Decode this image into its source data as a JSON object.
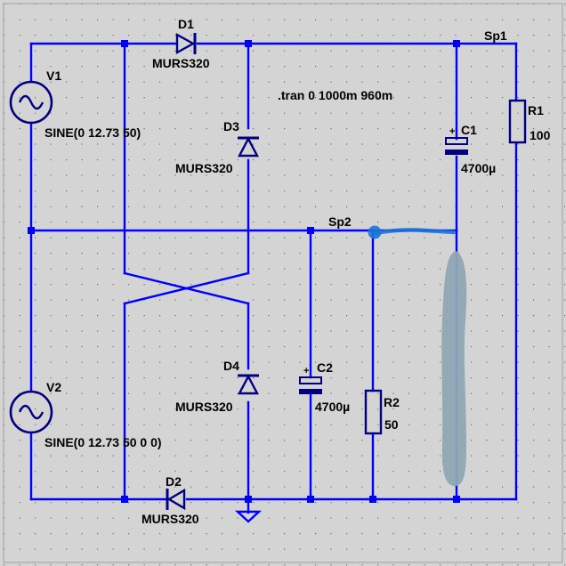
{
  "colors": {
    "background": "#d4d4d4",
    "grid_dot": "#6b6b6b",
    "wire": "#0000ff",
    "component": "#000080",
    "text": "#000000",
    "annotation_line": "#1e73d8",
    "annotation_smear": "#8fa6b4"
  },
  "directive": {
    "text": ".tran 0 1000m 960m"
  },
  "components": {
    "v1": {
      "name": "V1",
      "value": "SINE(0 12.73 50)"
    },
    "v2": {
      "name": "V2",
      "value": "SINE(0 12.73 50 0 0)"
    },
    "d1": {
      "name": "D1",
      "value": "MURS320"
    },
    "d2": {
      "name": "D2",
      "value": "MURS320"
    },
    "d3": {
      "name": "D3",
      "value": "MURS320"
    },
    "d4": {
      "name": "D4",
      "value": "MURS320"
    },
    "c1": {
      "name": "C1",
      "value": "4700µ"
    },
    "c2": {
      "name": "C2",
      "value": "4700µ"
    },
    "r1": {
      "name": "R1",
      "value": "100"
    },
    "r2": {
      "name": "R2",
      "value": "50"
    }
  },
  "net_labels": {
    "sp1": "Sp1",
    "sp2": "Sp2"
  },
  "icons": {
    "ground": "ground-icon",
    "voltage_source": "sine-source-icon"
  }
}
